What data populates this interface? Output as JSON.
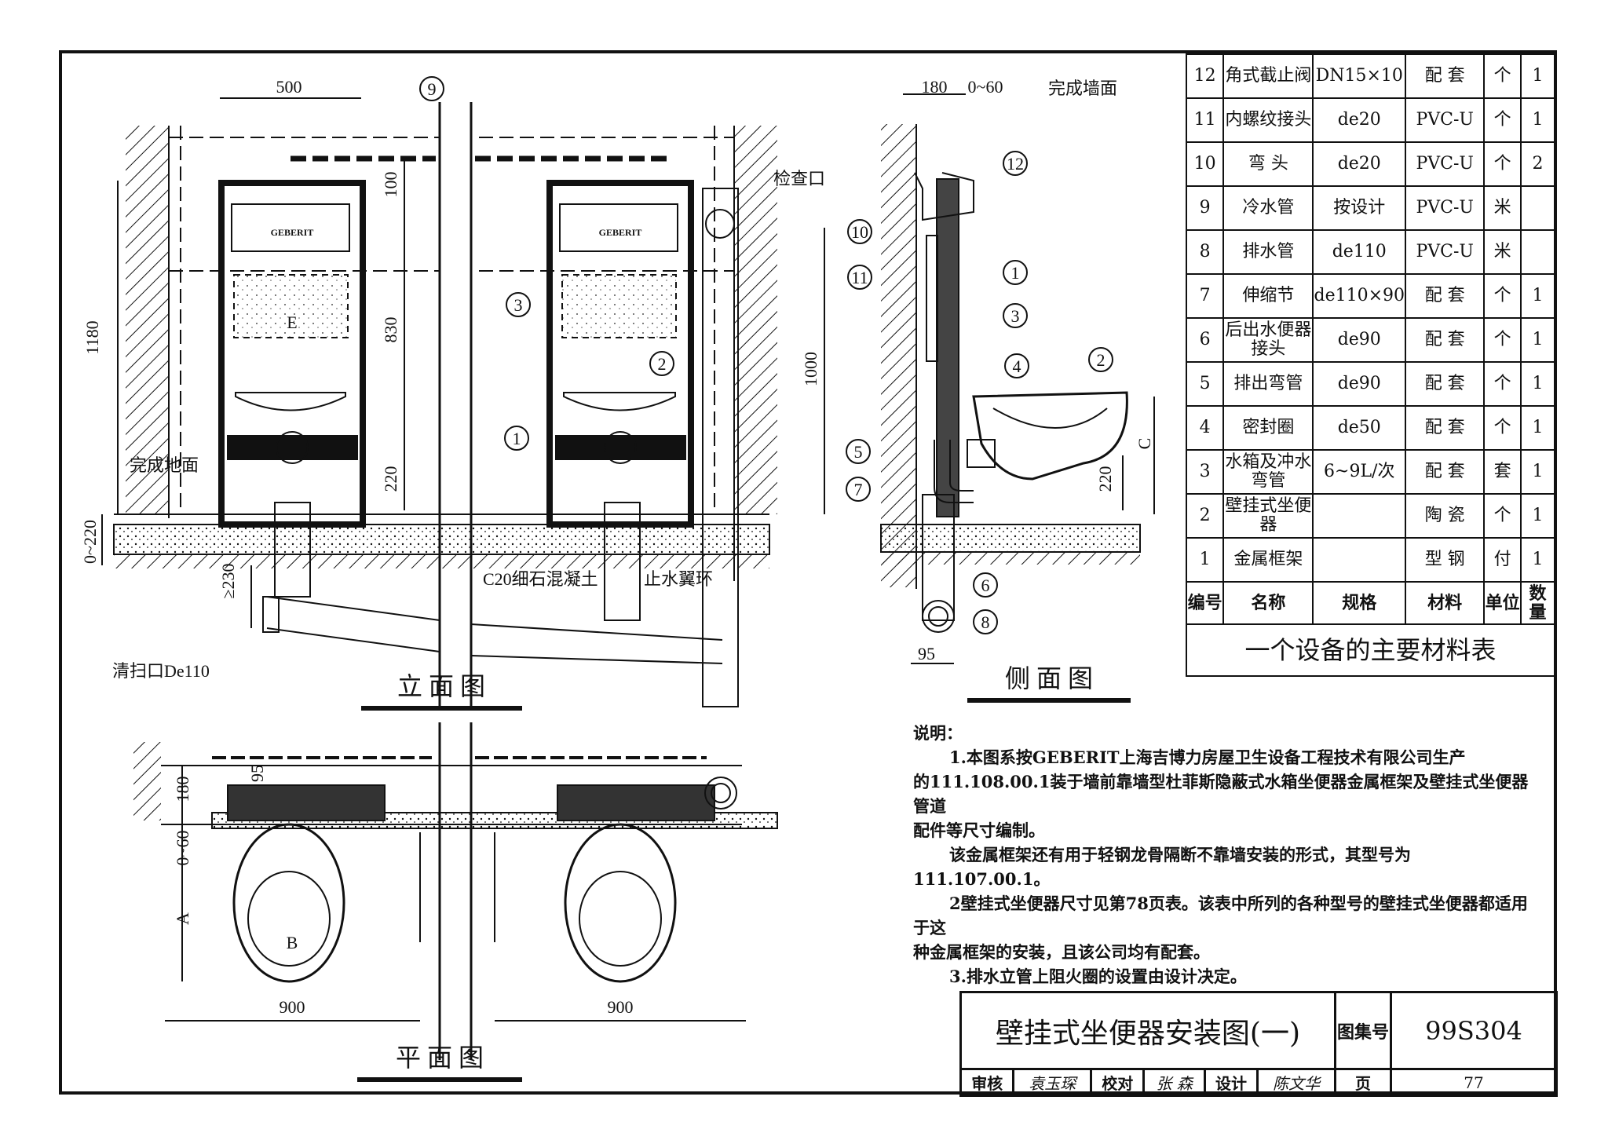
{
  "dimensions": {
    "elev_width_500": "500",
    "elev_height_1180": "1180",
    "elev_dim_100": "100",
    "elev_dim_830": "830",
    "elev_dim_220": "220",
    "elev_floor_0_220": "0~220",
    "elev_drop_230": "≥230",
    "elev_access_1000": "1000",
    "side_wall_180": "180",
    "side_gap_0_60": "0~60",
    "side_dim_220": "220",
    "side_dim_c": "C",
    "side_dim_95": "95",
    "plan_width_left": "900",
    "plan_width_right": "900",
    "plan_dim_180": "180",
    "plan_dim_95": "95",
    "plan_dim_0_60": "0~60",
    "plan_dim_a": "A",
    "plan_dim_b": "B",
    "elev_tank_e": "E"
  },
  "labels": {
    "finished_wall": "完成墙面",
    "inspection_port": "检查口",
    "finished_floor": "完成地面",
    "concrete": "C20细石混凝土",
    "water_stop_ring": "止水翼环",
    "cleanout": "清扫口De110",
    "brand_left": "GEBERIT",
    "brand_right": "GEBERIT"
  },
  "balloons": {
    "b9": "9",
    "b3a": "3",
    "b2a": "2",
    "b1a": "1",
    "b12": "12",
    "b10": "10",
    "b11": "11",
    "b1b": "1",
    "b3b": "3",
    "b4": "4",
    "b2b": "2",
    "b5": "5",
    "b7": "7",
    "b6": "6",
    "b8": "8"
  },
  "view_titles": {
    "elevation": "立 面 图",
    "side": "侧 面 图",
    "plan": "平 面 图"
  },
  "materials": {
    "rows": [
      {
        "no": "12",
        "name": "角式截止阀",
        "spec": "DN15×10",
        "material": "配 套",
        "unit": "个",
        "qty": "1"
      },
      {
        "no": "11",
        "name": "内螺纹接头",
        "spec": "de20",
        "material": "PVC-U",
        "unit": "个",
        "qty": "1"
      },
      {
        "no": "10",
        "name": "弯 头",
        "spec": "de20",
        "material": "PVC-U",
        "unit": "个",
        "qty": "2"
      },
      {
        "no": "9",
        "name": "冷水管",
        "spec": "按设计",
        "material": "PVC-U",
        "unit": "米",
        "qty": ""
      },
      {
        "no": "8",
        "name": "排水管",
        "spec": "de110",
        "material": "PVC-U",
        "unit": "米",
        "qty": ""
      },
      {
        "no": "7",
        "name": "伸缩节",
        "spec": "de110×90",
        "material": "配 套",
        "unit": "个",
        "qty": "1"
      },
      {
        "no": "6",
        "name": "后出水便器接头",
        "spec": "de90",
        "material": "配 套",
        "unit": "个",
        "qty": "1"
      },
      {
        "no": "5",
        "name": "排出弯管",
        "spec": "de90",
        "material": "配 套",
        "unit": "个",
        "qty": "1"
      },
      {
        "no": "4",
        "name": "密封圈",
        "spec": "de50",
        "material": "配 套",
        "unit": "个",
        "qty": "1"
      },
      {
        "no": "3",
        "name": "水箱及冲水弯管",
        "spec": "6~9L/次",
        "material": "配 套",
        "unit": "套",
        "qty": "1"
      },
      {
        "no": "2",
        "name": "壁挂式坐便器",
        "spec": "",
        "material": "陶 瓷",
        "unit": "个",
        "qty": "1"
      },
      {
        "no": "1",
        "name": "金属框架",
        "spec": "",
        "material": "型 钢",
        "unit": "付",
        "qty": "1"
      }
    ],
    "header": {
      "no": "编号",
      "name": "名称",
      "spec": "规格",
      "material": "材料",
      "unit": "单位",
      "qty": "数量"
    },
    "caption": "一个设备的主要材料表"
  },
  "notes": {
    "heading": "说明：",
    "n1a": "1.本图系按GEBERIT上海吉博力房屋卫生设备工程技术有限公司生产",
    "n1b": "的111.108.00.1装于墙前靠墙型杜菲斯隐蔽式水箱坐便器金属框架及壁挂式坐便器管道",
    "n1c": "配件等尺寸编制。",
    "n1d": "该金属框架还有用于轻钢龙骨隔断不靠墙安装的形式，其型号为111.107.00.1。",
    "n2a": "2壁挂式坐便器尺寸见第78页表。该表中所列的各种型号的壁挂式坐便器都适用于这",
    "n2b": "种金属框架的安装，且该公司均有配套。",
    "n3": "3.排水立管上阻火圈的设置由设计决定。"
  },
  "title_block": {
    "title": "壁挂式坐便器安装图(一)",
    "atlas_label": "图集号",
    "atlas_no": "99S304",
    "review_label": "审核",
    "review_sig": "袁玉琛",
    "check_label": "校对",
    "check_sig": "张 森",
    "design_label": "设计",
    "design_sig": "陈文华",
    "page_label": "页",
    "page_no": "77"
  }
}
